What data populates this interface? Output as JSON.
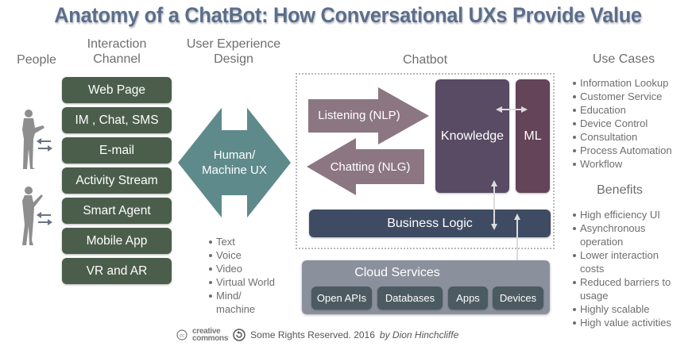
{
  "title": "Anatomy of a ChatBot: How Conversational UXs Provide Value",
  "headers": {
    "people": "People",
    "channel_line1": "Interaction",
    "channel_line2": "Channel",
    "ux_line1": "User Experience",
    "ux_line2": "Design",
    "chatbot": "Chatbot",
    "use_cases": "Use Cases",
    "benefits": "Benefits"
  },
  "channels": [
    "Web Page",
    "IM , Chat, SMS",
    "E-mail",
    "Activity Stream",
    "Smart Agent",
    "Mobile App",
    "VR and AR"
  ],
  "ux": {
    "label_line1": "Human/",
    "label_line2": "Machine UX",
    "modes": [
      "Text",
      "Voice",
      "Video",
      "Virtual World",
      "Mind/ machine"
    ]
  },
  "chatbot": {
    "listening": "Listening (NLP)",
    "chatting": "Chatting (NLG)",
    "knowledge": "Knowledge",
    "ml": "ML",
    "business_logic": "Business Logic"
  },
  "cloud": {
    "title": "Cloud Services",
    "services": [
      "Open APIs",
      "Databases",
      "Apps",
      "Devices"
    ]
  },
  "use_cases": [
    "Information Lookup",
    "Customer Service",
    "Education",
    "Device Control",
    "Consultation",
    "Process Automation",
    "Workflow"
  ],
  "benefits": [
    "High efficiency UI",
    "Asynchronous operation",
    "Lower interaction costs",
    "Reduced barriers to usage",
    "Highly scalable",
    "High value activities"
  ],
  "footer": {
    "cc_line1": "creative",
    "cc_line2": "commons",
    "rights": "Some Rights Reserved. 2016",
    "author": "by Dion Hinchcliffe"
  },
  "colors": {
    "title": "#5a6e8c",
    "channel": "#4b5e4b",
    "ux_shape": "#5f8a8b",
    "arrow_nlp": "#8c7682",
    "knowledge": "#584b63",
    "ml": "#634458",
    "business_logic": "#3f4b63",
    "cloud": "#8a919c",
    "service": "#4c5a62"
  }
}
